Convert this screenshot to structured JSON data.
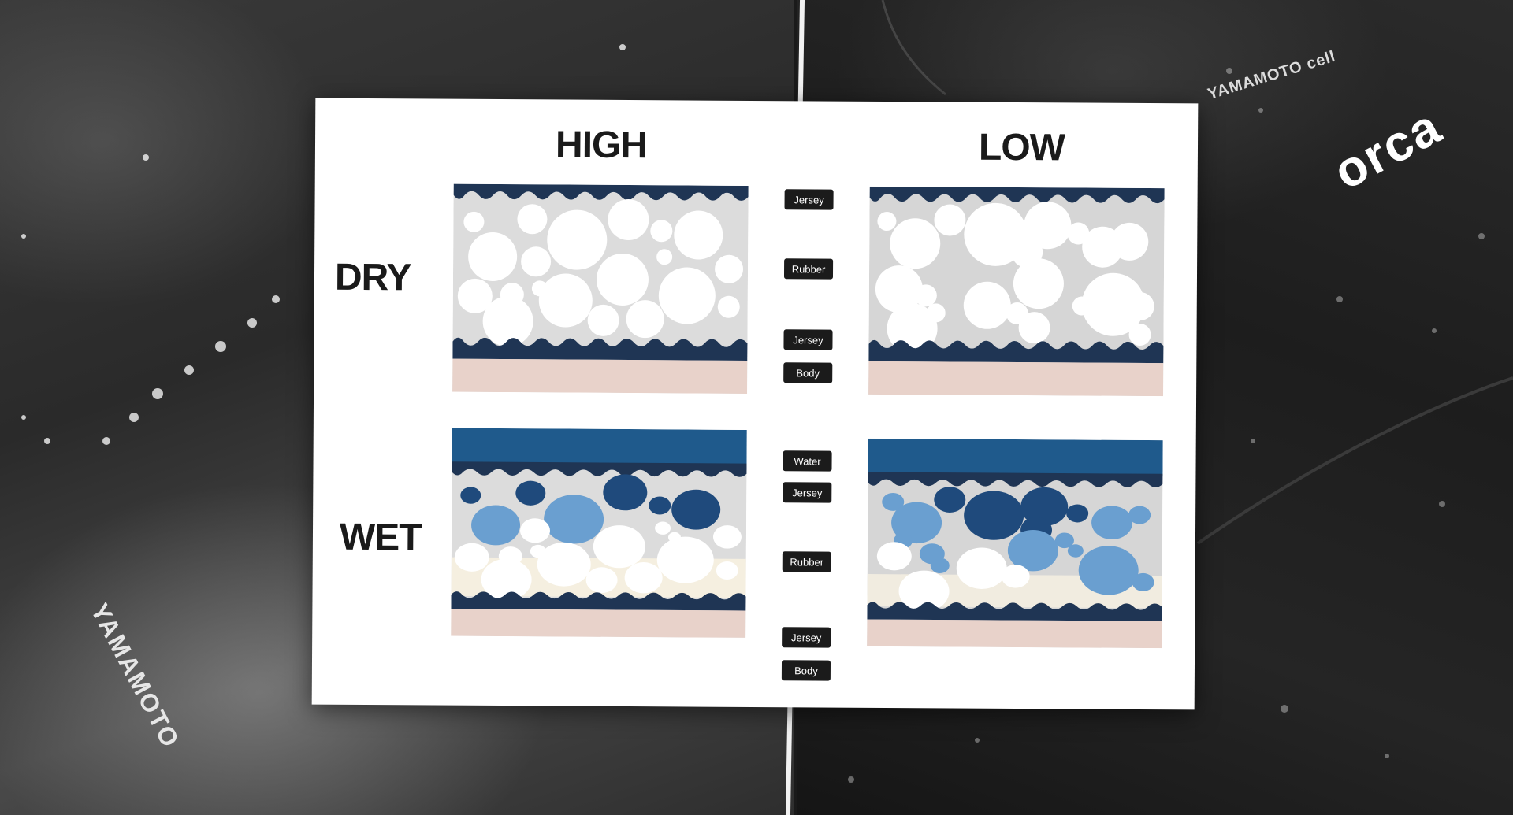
{
  "background": {
    "left_brand": "YAMAMOTO",
    "right_brand": "orca",
    "right_tag": "YAMAMOTO cell"
  },
  "diagram": {
    "columns": [
      "HIGH",
      "LOW"
    ],
    "rows": [
      "DRY",
      "WET"
    ],
    "dry_labels": [
      "Jersey",
      "Rubber",
      "Jersey",
      "Body"
    ],
    "wet_labels": [
      "Water",
      "Jersey",
      "Rubber",
      "Jersey",
      "Body"
    ]
  },
  "colors": {
    "jersey": "#1f3554",
    "rubber": "#d9d9d9",
    "body": "#e8d2ca",
    "water": "#1f5a8c",
    "cell_light_blue": "#6a9fd0",
    "cell_dark_blue": "#1f4a7c",
    "cell_dry": "#ffffff"
  }
}
